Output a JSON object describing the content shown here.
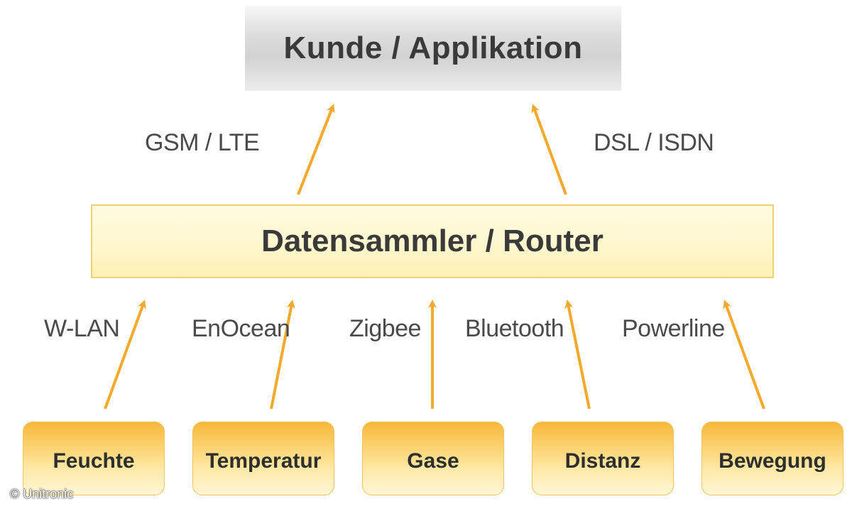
{
  "top_box": {
    "label": "Kunde / Applikation"
  },
  "router": {
    "label": "Datensammler / Router"
  },
  "upper_connections": [
    {
      "label": "GSM / LTE"
    },
    {
      "label": "DSL / ISDN"
    }
  ],
  "lower_connections": [
    {
      "label": "W-LAN"
    },
    {
      "label": "EnOcean"
    },
    {
      "label": "Zigbee"
    },
    {
      "label": "Bluetooth"
    },
    {
      "label": "Powerline"
    }
  ],
  "sensors": [
    {
      "label": "Feuchte"
    },
    {
      "label": "Temperatur"
    },
    {
      "label": "Gase"
    },
    {
      "label": "Distanz"
    },
    {
      "label": "Bewegung"
    }
  ],
  "colors": {
    "arrow": "#f2a92e",
    "sensor_gradient_top": "#f6b73a",
    "router_fill": "#fff6cc",
    "text": "#3a3a3a"
  },
  "copyright": "© Unitronic"
}
